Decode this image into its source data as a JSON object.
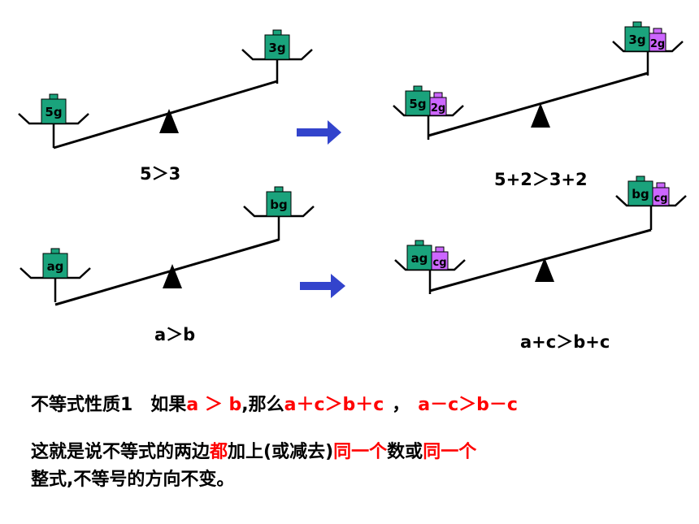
{
  "scales": [
    {
      "left": [
        "5g"
      ],
      "right": [
        "3g"
      ],
      "caption": "5＞3"
    },
    {
      "left": [
        "5g",
        "2g"
      ],
      "right": [
        "3g",
        "2g"
      ],
      "caption": "5+2＞3+2"
    },
    {
      "left": [
        "ag"
      ],
      "right": [
        "bg"
      ],
      "caption": "a＞b"
    },
    {
      "left": [
        "ag",
        "cg"
      ],
      "right": [
        "bg",
        "cg"
      ],
      "caption": "a+c＞b+c"
    }
  ],
  "colors": {
    "teal_weight": "#1aa37c",
    "purple_weight": "#cc66ff",
    "arrow": "#3344cc"
  },
  "property": {
    "lead": "不等式性质1　如果",
    "condition": "a ＞ b",
    "then": ",那么",
    "result_add": "a＋c＞b＋c",
    "sep": "，",
    "result_sub": "a－c＞b－c"
  },
  "explanation": {
    "part1": "这就是说不等式的两边",
    "both": "都",
    "part2": "加上(或减去)",
    "same1": "同一个",
    "part3": "数或",
    "same2": "同一个",
    "line2": "整式,不等号的方向不变。"
  }
}
